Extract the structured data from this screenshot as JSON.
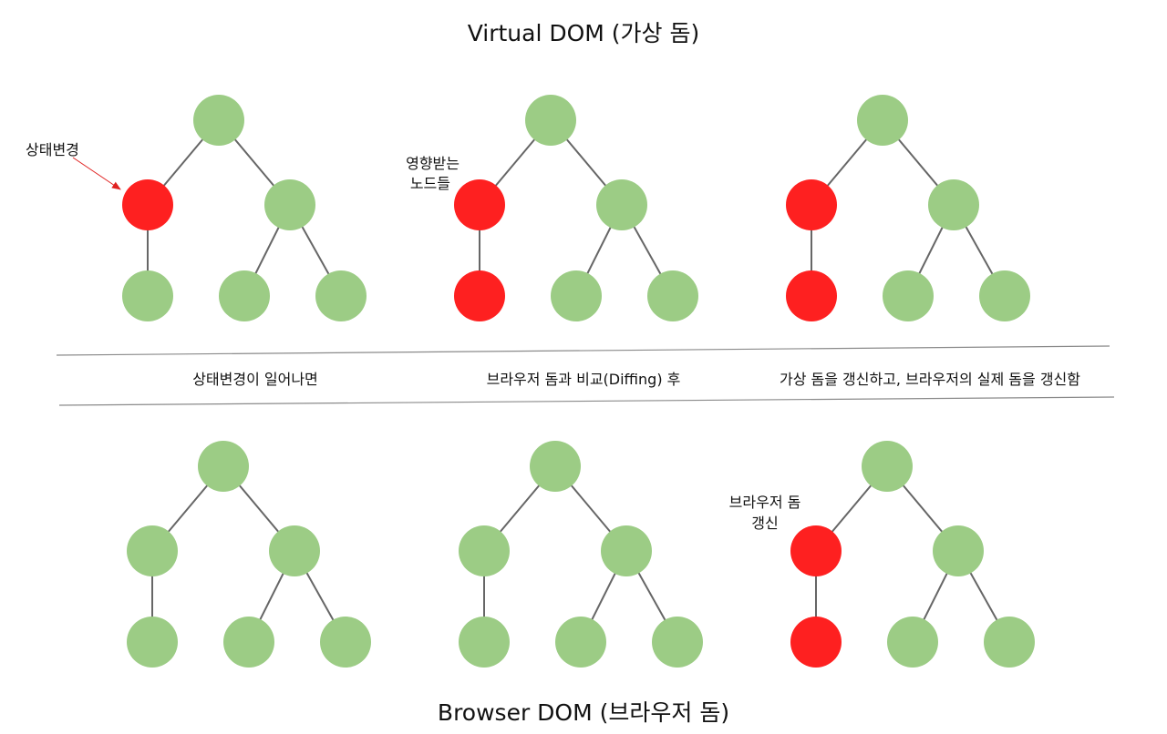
{
  "titles": {
    "virtual": "Virtual DOM (가상 돔)",
    "browser": "Browser DOM (브라우저 돔)"
  },
  "captions": {
    "step1": "상태변경이 일어나면",
    "step2": "브라우저 돔과 비교(Diffing) 후",
    "step3": "가상 돔을 갱신하고, 브라우저의 실제 돔을 갱신함"
  },
  "annotations": {
    "state_change": "상태변경",
    "affected_line1": "영향받는",
    "affected_line2": "노드들",
    "browser_update_line1": "브라우저 돔",
    "browser_update_line2": "갱신"
  },
  "colors": {
    "node_normal": "#9ccc85",
    "node_changed": "#fe2020",
    "edge": "#666666",
    "arrow": "#e0201f",
    "divider": "#8a8a8a"
  },
  "trees": [
    {
      "id": "virtual-1",
      "changed": [
        "left-child"
      ]
    },
    {
      "id": "virtual-2",
      "changed": [
        "left-child",
        "left-grandchild"
      ]
    },
    {
      "id": "virtual-3",
      "changed": [
        "left-child",
        "left-grandchild"
      ]
    },
    {
      "id": "browser-1",
      "changed": []
    },
    {
      "id": "browser-2",
      "changed": []
    },
    {
      "id": "browser-3",
      "changed": [
        "left-child",
        "left-grandchild"
      ]
    }
  ]
}
